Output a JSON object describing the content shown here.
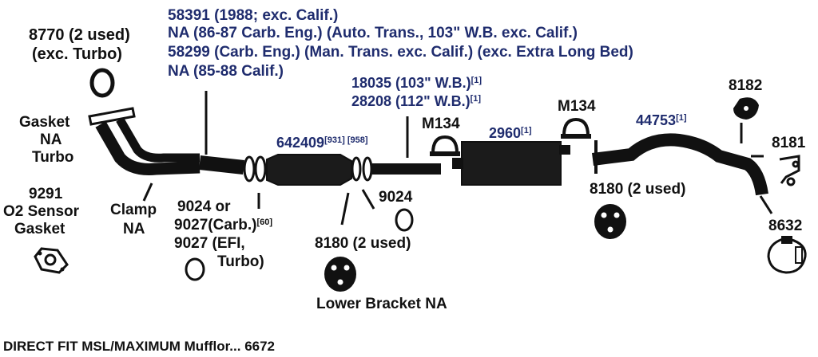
{
  "colors": {
    "black": "#111111",
    "blue": "#1f2c6e",
    "white": "#ffffff"
  },
  "labels": {
    "l8770_1": "8770 (2 used)",
    "l8770_2": "(exc. Turbo)",
    "gasket_1": "Gasket",
    "gasket_2": "NA",
    "gasket_3": "Turbo",
    "o2_1": "9291",
    "o2_2": "O2 Sensor",
    "o2_3": "Gasket",
    "clamp_1": "Clamp",
    "clamp_2": "NA",
    "p9024_1": "9024 or",
    "p9027_carb": "9027(Carb.)",
    "p9027_carb_sup": "[60]",
    "p9027_efi": "9027 (EFI,",
    "p9027_turbo": "Turbo)",
    "mid_8180": "8180 (2 used)",
    "lower_bracket": "Lower Bracket NA",
    "p9024_2": "9024",
    "right_8180": "8180 (2 used)",
    "p8182": "8182",
    "p8181": "8181",
    "p8632": "8632",
    "m134_a": "M134",
    "m134_b": "M134",
    "footer": "DIRECT FIT MSL/MAXIMUM Mufflor... 6672"
  },
  "blue_labels": {
    "n58391": "58391 (1988; exc. Calif.)",
    "na_86_87": "NA (86-87 Carb. Eng.) (Auto. Trans., 103\" W.B. exc. Calif.)",
    "n58299": "58299 (Carb. Eng.) (Man. Trans. exc. Calif.) (exc. Extra Long Bed)",
    "na_85_88": "NA (85-88 Calif.)",
    "n18035": "18035 (103\" W.B.)",
    "n18035_sup": "[1]",
    "n28208": "28208 (112\" W.B.)",
    "n28208_sup": "[1]",
    "n642409": "642409",
    "n642409_sup": "[931] [958]",
    "n2960": "2960",
    "n2960_sup": "[1]",
    "n44753": "44753",
    "n44753_sup": "[1]"
  },
  "icons": {
    "gasket_ring": "gasket-ring-icon",
    "hanger": "rubber-hanger-icon",
    "clamp": "u-bolt-clamp-icon",
    "muffler": "muffler-icon",
    "converter": "catalytic-converter-icon"
  }
}
